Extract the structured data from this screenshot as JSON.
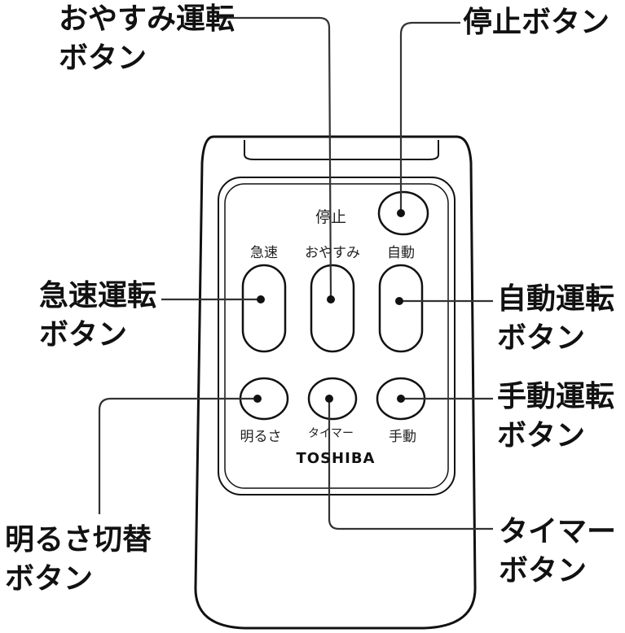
{
  "callouts": {
    "oyasumi": [
      "おやすみ運転",
      "ボタン"
    ],
    "stop": [
      "停止ボタン"
    ],
    "kyusoku": [
      "急速運転",
      "ボタン"
    ],
    "jido": [
      "自動運転",
      "ボタン"
    ],
    "shudo": [
      "手動運転",
      "ボタン"
    ],
    "akarusa": [
      "明るさ切替",
      "ボタン"
    ],
    "timer": [
      "タイマー",
      "ボタン"
    ]
  },
  "panel_labels": {
    "stop": "停止",
    "kyusoku": "急速",
    "oyasumi": "おやすみ",
    "jido": "自動",
    "akarusa": "明るさ",
    "timer": "タイマー",
    "shudo": "手動"
  },
  "brand": "TOSHIBA"
}
